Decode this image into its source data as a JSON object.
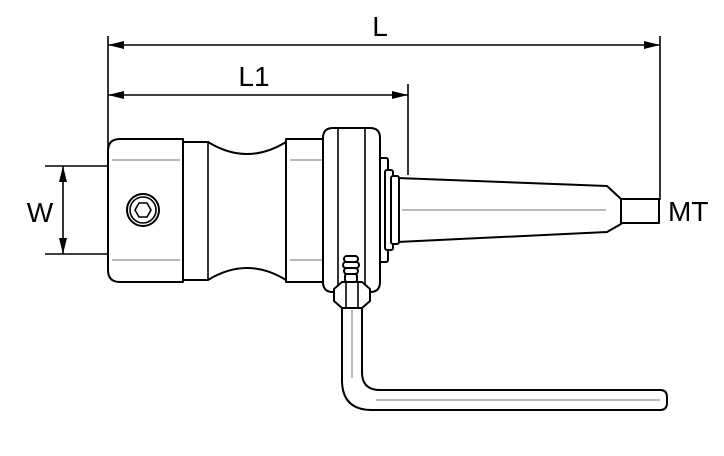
{
  "dimensions": {
    "overall_length_label": "L",
    "body_length_label": "L1",
    "width_label": "W",
    "taper_label": "MT"
  }
}
